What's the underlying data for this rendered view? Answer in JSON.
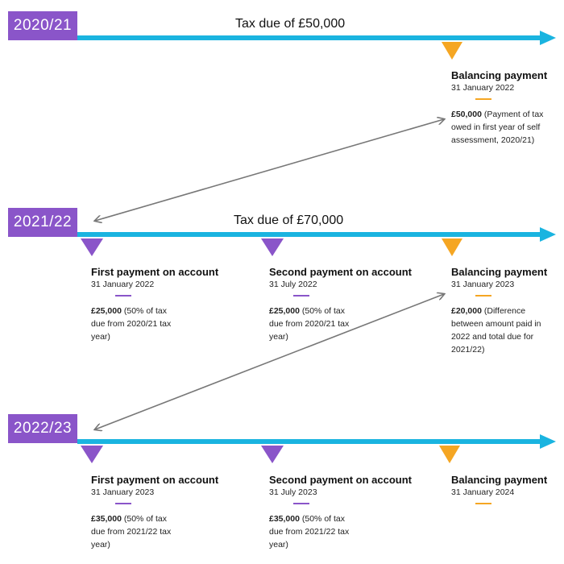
{
  "colors": {
    "year_box": "#8a55c9",
    "timeline": "#1ab4e0",
    "payment_on_account_marker": "#8a55c9",
    "balancing_marker": "#f5a623",
    "connector": "#777777"
  },
  "rows": [
    {
      "year": "2020/21",
      "tax_label": "Tax due of £50,000",
      "payments": [
        {
          "kind": "balancing",
          "title": "Balancing payment",
          "date": "31 January 2022",
          "amount": "£50,000",
          "note": " (Payment of tax owed in first year of self assessment, 2020/21)"
        }
      ]
    },
    {
      "year": "2021/22",
      "tax_label": "Tax due of £70,000",
      "payments": [
        {
          "kind": "account",
          "title": "First payment on account",
          "date": "31 January 2022",
          "amount": "£25,000",
          "note": " (50% of tax due from 2020/21 tax year)"
        },
        {
          "kind": "account",
          "title": "Second payment on account",
          "date": "31 July 2022",
          "amount": "£25,000",
          "note": " (50% of tax due from 2020/21 tax year)"
        },
        {
          "kind": "balancing",
          "title": "Balancing payment",
          "date": "31 January 2023",
          "amount": "£20,000",
          "note": " (Difference between amount paid in 2022 and total due for 2021/22)"
        }
      ]
    },
    {
      "year": "2022/23",
      "tax_label": "",
      "payments": [
        {
          "kind": "account",
          "title": "First payment on account",
          "date": "31 January 2023",
          "amount": "£35,000",
          "note": " (50% of tax due from 2021/22 tax year)"
        },
        {
          "kind": "account",
          "title": "Second payment on account",
          "date": "31 July 2023",
          "amount": "£35,000",
          "note": " (50% of tax due from 2021/22 tax year)"
        },
        {
          "kind": "balancing",
          "title": "Balancing payment",
          "date": "31 January 2024",
          "amount": "",
          "note": ""
        }
      ]
    }
  ]
}
